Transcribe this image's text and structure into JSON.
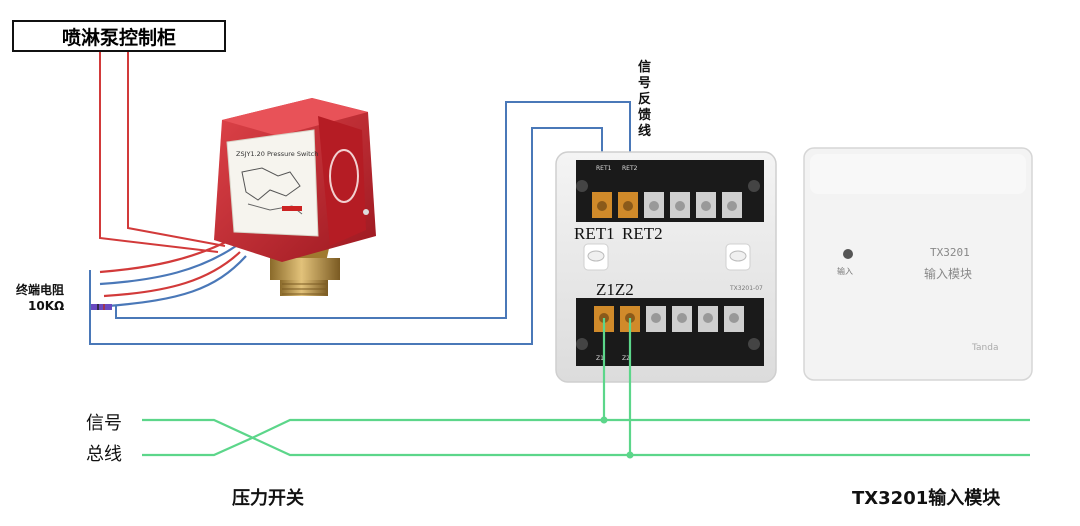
{
  "diagram": {
    "controller_label": "喷淋泵控制柜",
    "terminal_resistor_line1": "终端电阻",
    "terminal_resistor_line2": "10KΩ",
    "feedback_line_chars": [
      "信",
      "号",
      "反",
      "馈",
      "线"
    ],
    "terminal_ret1": "RET1",
    "terminal_ret2": "RET2",
    "terminal_z1z2": "Z1Z2",
    "bus_signal_label": "信号",
    "bus_total_label": "总线",
    "pressure_switch_caption": "压力开关",
    "module_caption": "TX3201输入模块",
    "pressure_switch_plate": "ZSJY1.20 Pressure Switch",
    "module_model": "TX3201",
    "module_name": "输入模块",
    "module_led_label": "输入",
    "module_brand": "Tanda",
    "base_model": "TX3201-07",
    "base_ret_marks": [
      "RET1",
      "RET2"
    ],
    "base_z_marks": [
      "Z1",
      "Z2"
    ]
  },
  "colors": {
    "red_wire": "#d23a3a",
    "blue_wire": "#4a78b8",
    "green_bus": "#5cd68a",
    "switch_body": "#c8202a",
    "brass": "#c9a24a"
  }
}
